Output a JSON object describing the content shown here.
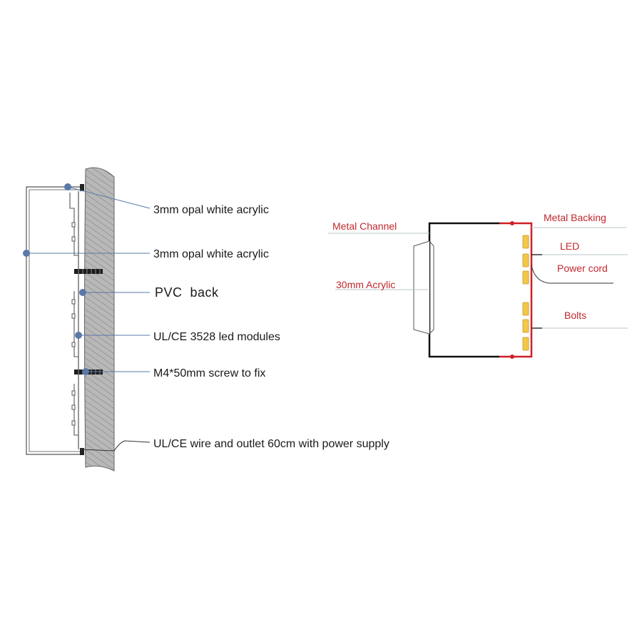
{
  "left_diagram": {
    "labels": [
      "3mm opal white acrylic",
      "3mm opal white acrylic",
      "PVC  back",
      "UL/CE 3528 led modules",
      "M4*50mm screw to fix",
      "UL/CE wire and outlet 60cm with power supply"
    ]
  },
  "right_diagram": {
    "labels": {
      "metal_channel": "Metal Channel",
      "metal_backing": "Metal Backing",
      "led": "LED",
      "power_cord": "Power cord",
      "acrylic": "30mm Acrylic",
      "bolts": "Bolts"
    }
  },
  "colors": {
    "label_red": "#c0282d",
    "leader_blue": "#5a78a8",
    "wall_gray": "#b5b5b5",
    "led_yellow": "#f2c84b",
    "backing_red": "#d01f26",
    "leader_gray": "#b8c4c8"
  }
}
